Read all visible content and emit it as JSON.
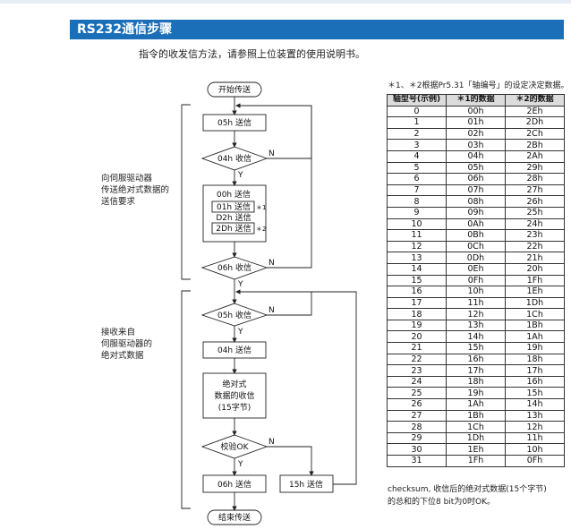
{
  "header": {
    "title": "RS232通信步骤"
  },
  "intro": "指令的收发信方法，请参照上位装置的使用说明书。",
  "side_notes": {
    "send_request": [
      "向伺服驱动器",
      "传送绝对式数据的",
      "送信要求"
    ],
    "receive": [
      "接收来自",
      "伺服驱动器的",
      "绝对式数据"
    ]
  },
  "flow": {
    "start": "开始传送",
    "send_05h": "05h 送信",
    "recv_04h": "04h 收信",
    "block_00h": "00h 送信",
    "block_01h": "01h 送信",
    "block_d2h": "D2h 送信",
    "block_2dh": "2Dh 送信",
    "mark1": "＊1",
    "mark2": "＊2",
    "recv_06h": "06h 收信",
    "recv_05h": "05h 收信",
    "send_04h": "04h 送信",
    "abs_recv": [
      "绝对式",
      "数据的收信",
      "(15字节)"
    ],
    "checksum_ok": "校验OK",
    "send_06h": "06h 送信",
    "send_15h": "15h 送信",
    "end": "结束传送",
    "yes": "Y",
    "no": "N"
  },
  "table": {
    "note": "＊1、＊2根据Pr5.31「轴编号」的设定决定数据。",
    "headers": [
      "轴型号(示例)",
      "＊1的数据",
      "＊2的数据"
    ],
    "rows": [
      [
        "0",
        "00h",
        "2Eh"
      ],
      [
        "1",
        "01h",
        "2Dh"
      ],
      [
        "2",
        "02h",
        "2Ch"
      ],
      [
        "3",
        "03h",
        "2Bh"
      ],
      [
        "4",
        "04h",
        "2Ah"
      ],
      [
        "5",
        "05h",
        "29h"
      ],
      [
        "6",
        "06h",
        "28h"
      ],
      [
        "7",
        "07h",
        "27h"
      ],
      [
        "8",
        "08h",
        "26h"
      ],
      [
        "9",
        "09h",
        "25h"
      ],
      [
        "10",
        "0Ah",
        "24h"
      ],
      [
        "11",
        "0Bh",
        "23h"
      ],
      [
        "12",
        "0Ch",
        "22h"
      ],
      [
        "13",
        "0Dh",
        "21h"
      ],
      [
        "14",
        "0Eh",
        "20h"
      ],
      [
        "15",
        "0Fh",
        "1Fh"
      ],
      [
        "16",
        "10h",
        "1Eh"
      ],
      [
        "17",
        "11h",
        "1Dh"
      ],
      [
        "18",
        "12h",
        "1Ch"
      ],
      [
        "19",
        "13h",
        "1Bh"
      ],
      [
        "20",
        "14h",
        "1Ah"
      ],
      [
        "21",
        "15h",
        "19h"
      ],
      [
        "22",
        "16h",
        "18h"
      ],
      [
        "23",
        "17h",
        "17h"
      ],
      [
        "24",
        "18h",
        "16h"
      ],
      [
        "25",
        "19h",
        "15h"
      ],
      [
        "26",
        "1Ah",
        "14h"
      ],
      [
        "27",
        "1Bh",
        "13h"
      ],
      [
        "28",
        "1Ch",
        "12h"
      ],
      [
        "29",
        "1Dh",
        "11h"
      ],
      [
        "30",
        "1Eh",
        "10h"
      ],
      [
        "31",
        "1Fh",
        "0Fh"
      ]
    ]
  },
  "footer_note": [
    "checksum, 收信后的绝对式数据(15个字节)",
    "的总和的下位8 bit为0时OK。"
  ]
}
